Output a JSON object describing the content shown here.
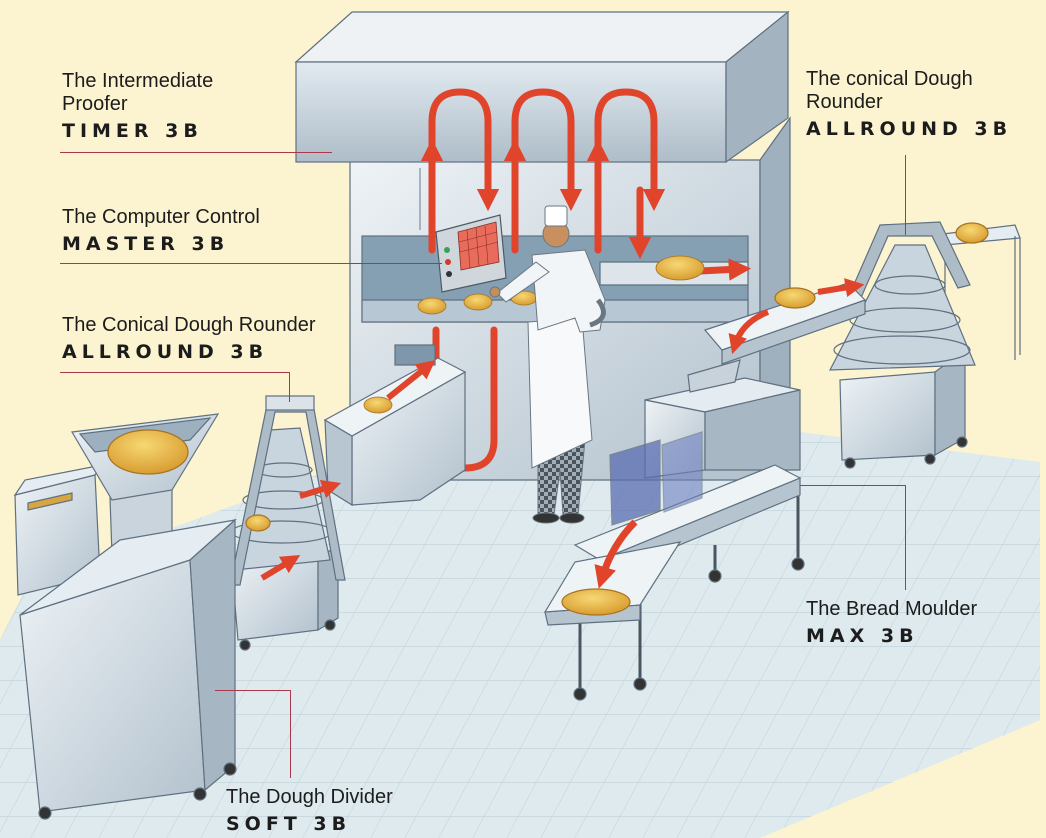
{
  "labels": {
    "proofer": {
      "line1": "The Intermediate",
      "line2": "Proofer",
      "model": "TIMER 3B"
    },
    "computer": {
      "name": "The Computer Control",
      "model": "MASTER 3B"
    },
    "rounder_left": {
      "name": "The Conical Dough Rounder",
      "model": "ALLROUND 3B"
    },
    "rounder_right": {
      "line1": "The conical Dough",
      "line2": "Rounder",
      "model": "ALLROUND 3B"
    },
    "moulder": {
      "name": "The Bread Moulder",
      "model": "MAX 3B"
    },
    "divider": {
      "name": "The Dough Divider",
      "model": "SOFT 3B"
    }
  },
  "colors": {
    "background": "#fcf3d0",
    "text": "#1c1c1c",
    "leader": "#a8384a",
    "arrow": "#e0452c",
    "dough": "#e9b544"
  }
}
